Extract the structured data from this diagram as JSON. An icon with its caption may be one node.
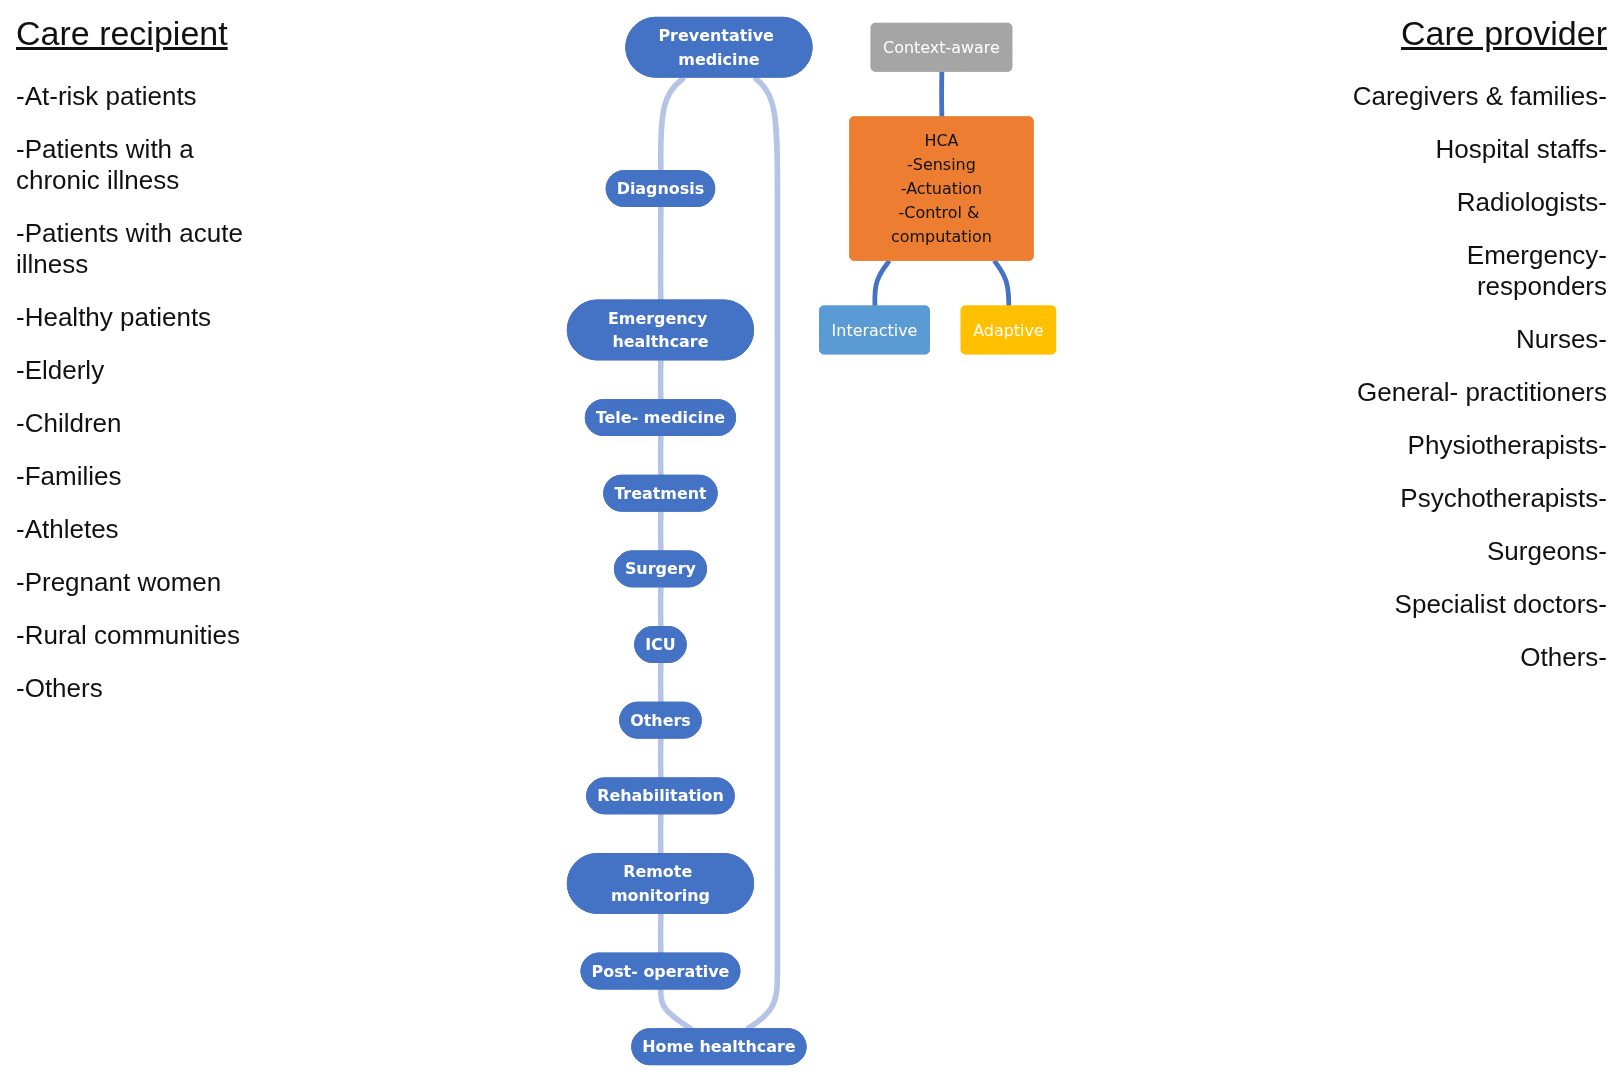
{
  "diagram": {
    "nodes": [
      {
        "text": [
          "Preventative medicine"
        ]
      },
      {
        "text": [
          "Home healthcare"
        ]
      },
      {
        "text": [
          "Diagnosis"
        ]
      },
      {
        "text": [
          "Post- operative"
        ]
      },
      {
        "text": [
          "Context-aware"
        ]
      },
      {
        "text": [
          "Emergency healthcare"
        ]
      },
      {
        "text": [
          "HCA",
          "-Sensing",
          "-Actuation",
          "-Control & computation"
        ]
      },
      {
        "text": [
          "Remote monitoring"
        ]
      },
      {
        "text": [
          "Tele- medicine"
        ]
      },
      {
        "text": [
          "Interactive"
        ]
      },
      {
        "text": [
          "Adaptive"
        ]
      },
      {
        "text": [
          "Rehabilitation"
        ]
      },
      {
        "text": [
          "Treatment"
        ]
      },
      {
        "text": [
          "Others"
        ]
      },
      {
        "text": [
          "Surgery"
        ]
      },
      {
        "text": [
          "ICU"
        ]
      }
    ],
    "edges": [
      {
        "from": 0,
        "to": 2,
        "arrow": "none"
      },
      {
        "from": 2,
        "to": 5,
        "arrow": "none"
      },
      {
        "from": 5,
        "to": 8,
        "arrow": "none"
      },
      {
        "from": 8,
        "to": 12,
        "arrow": "none"
      },
      {
        "from": 12,
        "to": 14,
        "arrow": "none"
      },
      {
        "from": 14,
        "to": 15,
        "arrow": "none"
      },
      {
        "from": 15,
        "to": 13,
        "arrow": "none"
      },
      {
        "from": 13,
        "to": 11,
        "arrow": "none"
      },
      {
        "from": 11,
        "to": 7,
        "arrow": "none"
      },
      {
        "from": 7,
        "to": 3,
        "arrow": "none"
      },
      {
        "from": 3,
        "to": 1,
        "arrow": "none"
      },
      {
        "from": 1,
        "to": 0,
        "arrow": "none"
      },
      {
        "from": 4,
        "to": 6,
        "arrow": "none",
        "color": "#4472c4"
      },
      {
        "from": 6,
        "to": 9,
        "arrow": "none",
        "color": "#4472c4"
      },
      {
        "from": 6,
        "to": 10,
        "arrow": "none",
        "color": "#4472c4"
      }
    ],
    "labels": [
      "Care recipient",
      "-At-risk patients",
      "-Patients with a chronic illness",
      "-Patients with acute illness",
      "-Healthy patients",
      "-Elderly",
      "-Children",
      "-Families",
      "-Athletes",
      "-Pregnant women",
      "-Rural communities",
      "-Others",
      "Care provider",
      "Caregivers & families-",
      "Hospital staffs-",
      "Radiologists-",
      "Emergency- responders",
      "Nurses-",
      "General- practitioners",
      "Physiotherapists-",
      "Psychotherapists-",
      "Surgeons-",
      "Specialist doctors-",
      "Others-"
    ]
  }
}
